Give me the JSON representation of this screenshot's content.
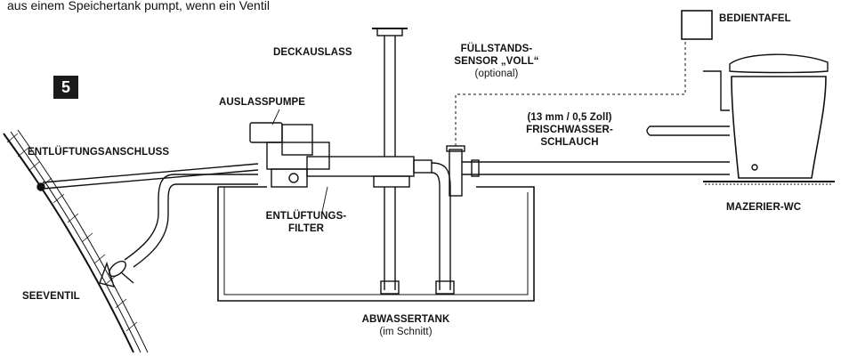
{
  "intro_text": "aus einem Speichertank pumpt, wenn ein Ventil",
  "figure_number": "5",
  "labels": {
    "deckauslass": "DECKAUSLASS",
    "fuellstand_1": "FÜLLSTANDS-",
    "fuellstand_2": "SENSOR „VOLL“",
    "fuellstand_3": "(optional)",
    "bedientafel": "BEDIENTAFEL",
    "auslasspumpe": "AUSLASSPUMPE",
    "entlueftungsanschluss": "ENTLÜFTUNGSANSCHLUSS",
    "schlauch_1": "(13 mm / 0,5 Zoll)",
    "schlauch_2": "FRISCHWASSER-",
    "schlauch_3": "SCHLAUCH",
    "filter_1": "ENTLÜFTUNGS-",
    "filter_2": "FILTER",
    "mazerier_wc": "MAZERIER-WC",
    "seeventil": "SEEVENTIL",
    "abwassertank_1": "ABWASSERTANK",
    "abwassertank_2": "(im Schnitt)"
  }
}
